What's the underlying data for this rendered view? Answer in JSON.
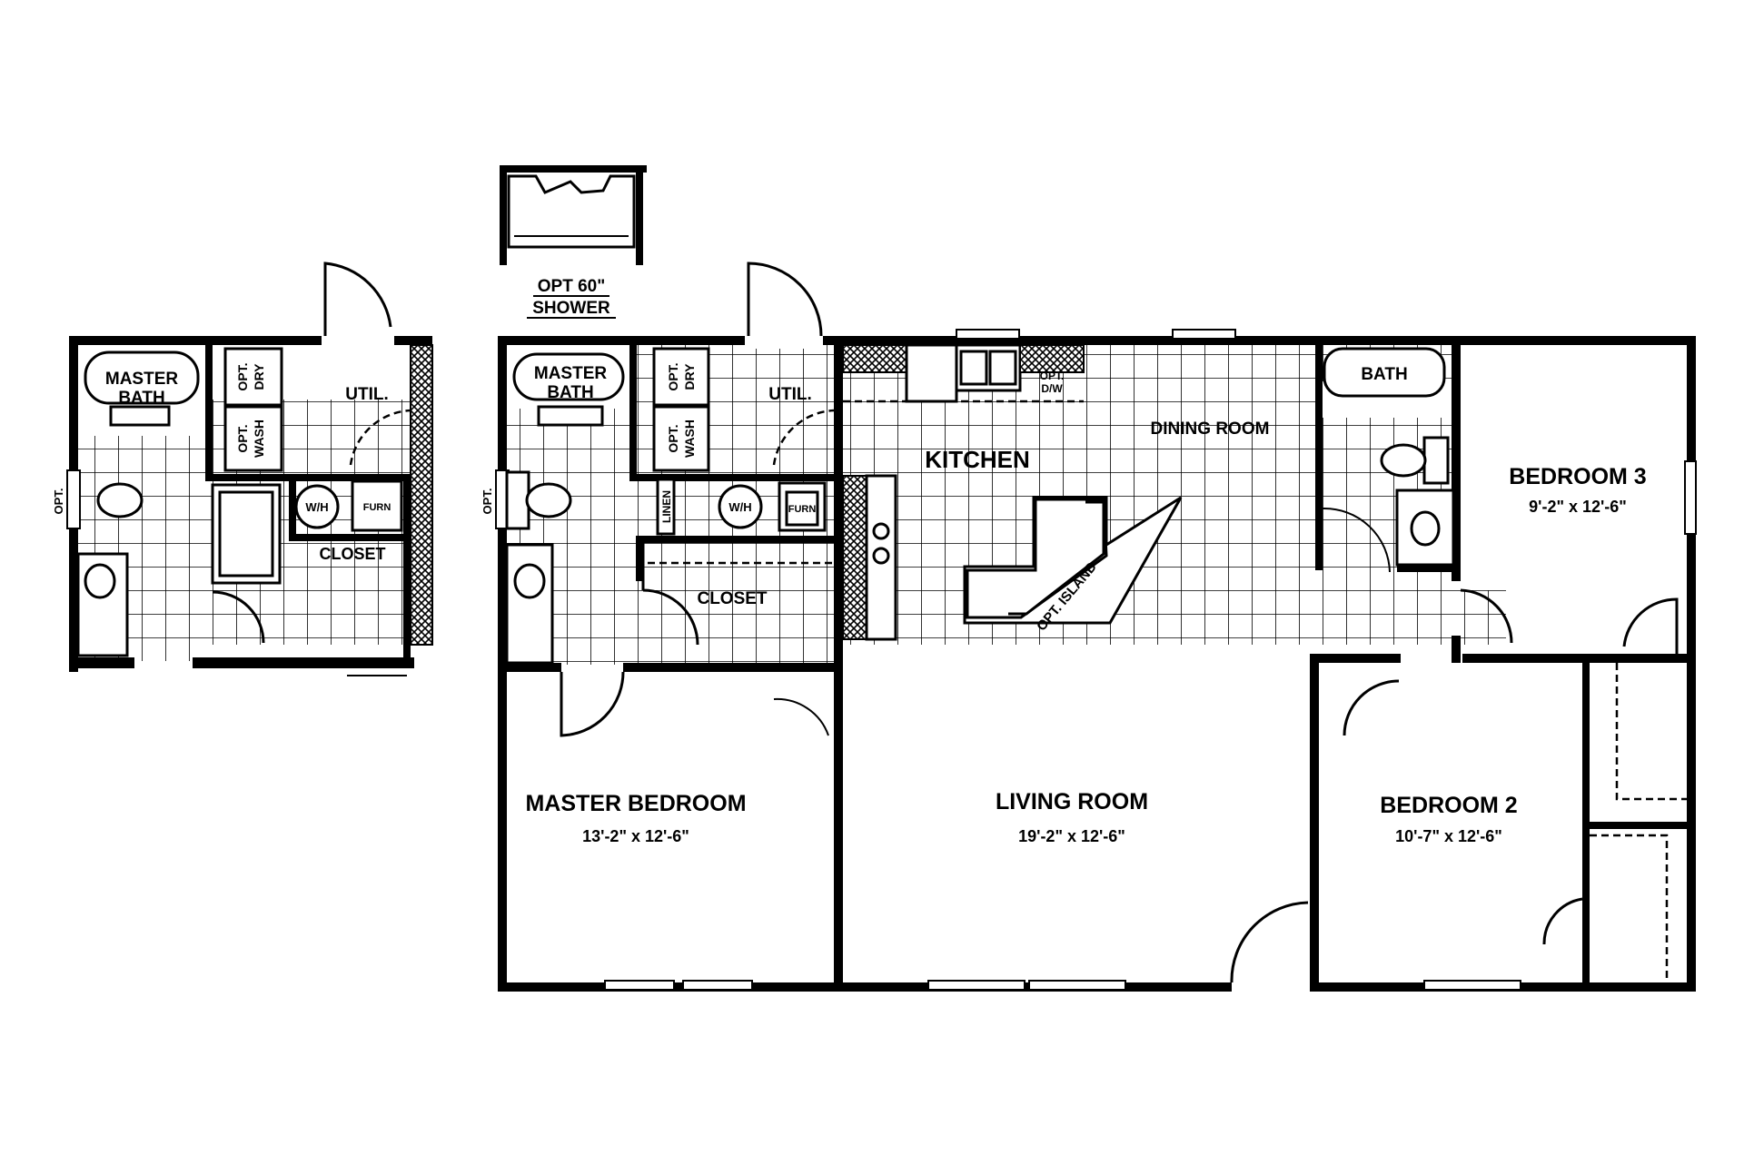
{
  "rooms": {
    "master_bedroom": {
      "name": "MASTER BEDROOM",
      "size": "13'-2\" x 12'-6\""
    },
    "living_room": {
      "name": "LIVING ROOM",
      "size": "19'-2\" x 12'-6\""
    },
    "bedroom_2": {
      "name": "BEDROOM 2",
      "size": "10'-7\" x 12'-6\""
    },
    "bedroom_3": {
      "name": "BEDROOM 3",
      "size": "9'-2\" x 12'-6\""
    },
    "kitchen": {
      "name": "KITCHEN"
    },
    "dining_room": {
      "name": "DINING ROOM"
    },
    "bath": {
      "name": "BATH"
    },
    "master_bath_line1": "MASTER",
    "master_bath_line2": "BATH",
    "util": "UTIL.",
    "closet": "CLOSET",
    "linen": "LINEN"
  },
  "fixtures": {
    "opt_dry_line1": "OPT.",
    "opt_dry_line2": "DRY",
    "opt_wash_line1": "OPT.",
    "opt_wash_line2": "WASH",
    "water_heater": "W/H",
    "furnace": "FURN",
    "opt_dw_line1": "OPT.",
    "opt_dw_line2": "D/W",
    "opt_island": "OPT. ISLAND",
    "opt_window": "OPT."
  },
  "option_callout": {
    "line1": "OPT 60\"",
    "line2": "SHOWER"
  }
}
